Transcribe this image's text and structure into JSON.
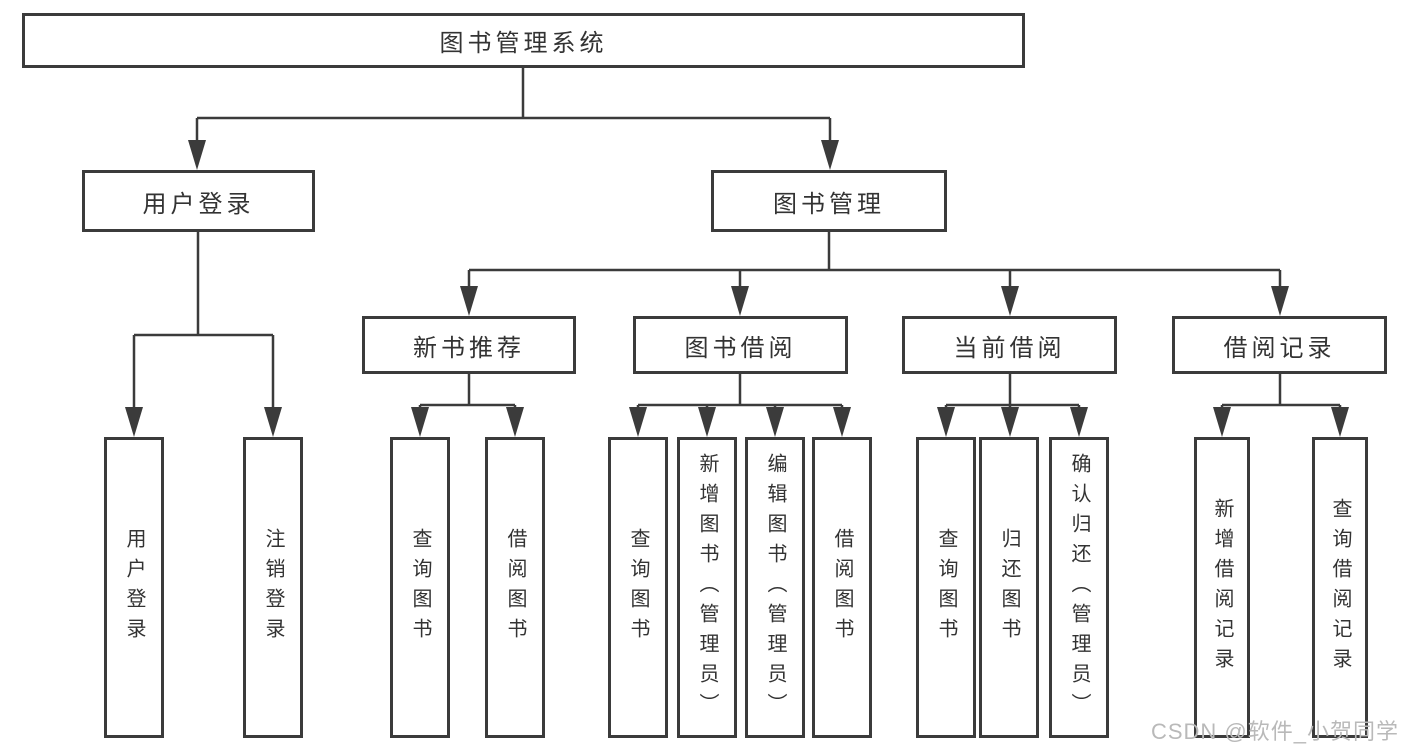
{
  "diagram": {
    "root": {
      "label": "图书管理系统"
    },
    "branches": [
      {
        "label": "用户登录",
        "children": [
          {
            "label": "用户登录"
          },
          {
            "label": "注销登录"
          }
        ]
      },
      {
        "label": "图书管理",
        "children": [
          {
            "label": "新书推荐",
            "children": [
              {
                "label": "查询图书"
              },
              {
                "label": "借阅图书"
              }
            ]
          },
          {
            "label": "图书借阅",
            "children": [
              {
                "label": "查询图书"
              },
              {
                "label": "新增图书（管理员）"
              },
              {
                "label": "编辑图书（管理员）"
              },
              {
                "label": "借阅图书"
              }
            ]
          },
          {
            "label": "当前借阅",
            "children": [
              {
                "label": "查询图书"
              },
              {
                "label": "归还图书"
              },
              {
                "label": "确认归还（管理员）"
              }
            ]
          },
          {
            "label": "借阅记录",
            "children": [
              {
                "label": "新增借阅记录"
              },
              {
                "label": "查询借阅记录"
              }
            ]
          }
        ]
      }
    ]
  },
  "watermark": {
    "text": "CSDN @软件_小贺同学"
  },
  "colors": {
    "line": "#3b3b3b",
    "box_border": "#3b3b3b",
    "text": "#333333",
    "watermark": "#b9b9b9",
    "background": "#ffffff"
  }
}
